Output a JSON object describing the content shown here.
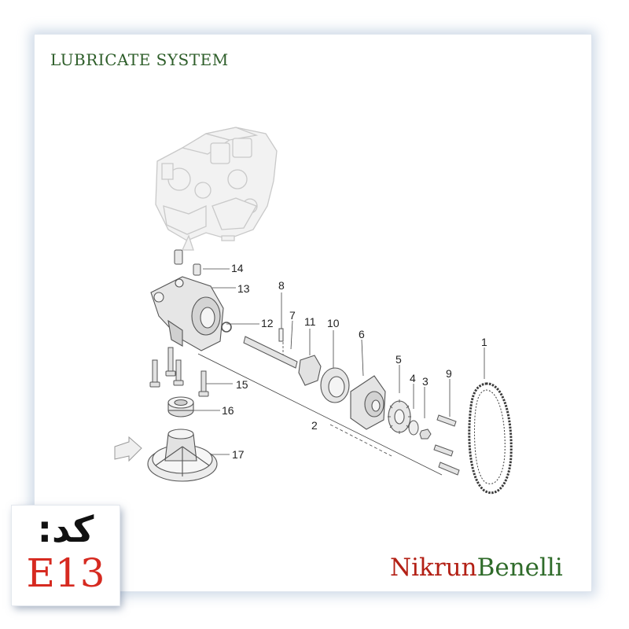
{
  "header": {
    "title": "LUBRICATE SYSTEM"
  },
  "diagram": {
    "callouts": [
      "1",
      "2",
      "3",
      "4",
      "5",
      "6",
      "7",
      "8",
      "9",
      "10",
      "11",
      "12",
      "13",
      "14",
      "15",
      "16",
      "17"
    ]
  },
  "code_box": {
    "label": "کد:",
    "value": "E13"
  },
  "brand": {
    "part1": "Nikrun",
    "part2": "Benelli"
  },
  "colors": {
    "title": "#2e5e2a",
    "code_value": "#d62a20",
    "brand_part1": "#b32015",
    "brand_part2": "#2f6b2a",
    "line": "#444444"
  }
}
